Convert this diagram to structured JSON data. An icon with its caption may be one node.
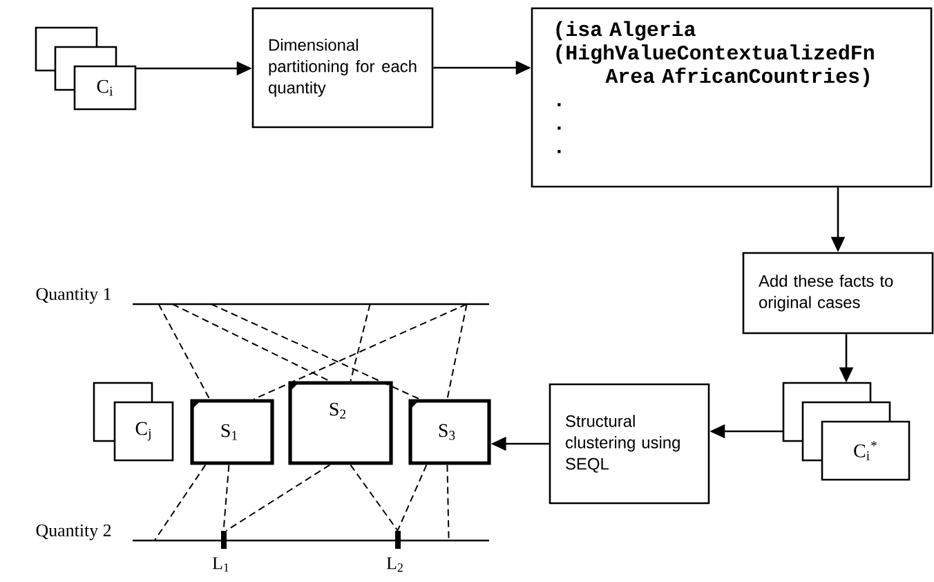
{
  "diagram": {
    "nodes": [
      {
        "text": [
          "C$_{i}$"
        ]
      },
      {
        "text": [
          "Dimensional partitioning for each quantity"
        ]
      },
      {
        "text": [
          "(isa Algeria (HighValueContextualizedFn Area AfricanCountries)",
          ".",
          ".",
          "."
        ]
      },
      {
        "text": [
          "Add these facts to original cases"
        ]
      },
      {
        "text": [
          "C$_{i}$$^{*}$"
        ]
      },
      {
        "text": [
          "Structural clustering using SEQL"
        ]
      },
      {
        "text": [],
        "shape": "line",
        "beside": [
          "Quantity 1"
        ]
      },
      {
        "text": [
          "C$_{j}$"
        ]
      },
      {
        "text": [
          "S$_{1}$"
        ]
      },
      {
        "text": [
          "S$_{2}$"
        ]
      },
      {
        "text": [
          "S$_{3}$"
        ]
      },
      {
        "text": [],
        "shape": "line",
        "beside": [
          "Quantity 2"
        ]
      },
      {
        "text": [],
        "shape": "bar",
        "beside": [
          "L$_{1}$"
        ]
      },
      {
        "text": [],
        "shape": "bar",
        "beside": [
          "L$_{2}$"
        ]
      }
    ],
    "edges": [
      {
        "from": 0,
        "to": 1,
        "arrow": "to"
      },
      {
        "from": 1,
        "to": 2,
        "arrow": "to"
      },
      {
        "from": 2,
        "to": 3,
        "arrow": "to"
      },
      {
        "from": 3,
        "to": 4,
        "arrow": "to"
      },
      {
        "from": 4,
        "to": 5,
        "arrow": "to"
      },
      {
        "from": 5,
        "to": 10,
        "arrow": "to"
      },
      {
        "from": 6,
        "to": 8,
        "arrow": "none",
        "style": "dashed"
      },
      {
        "from": 6,
        "to": 9,
        "arrow": "none",
        "style": "dashed"
      },
      {
        "from": 6,
        "to": 10,
        "arrow": "none",
        "style": "dashed"
      },
      {
        "from": 6,
        "to": 9,
        "arrow": "none",
        "style": "dashed"
      },
      {
        "from": 6,
        "to": 8,
        "arrow": "none",
        "style": "dashed"
      },
      {
        "from": 6,
        "to": 10,
        "arrow": "none",
        "style": "dashed"
      },
      {
        "from": 8,
        "to": 11,
        "arrow": "none",
        "style": "dashed"
      },
      {
        "from": 8,
        "to": 12,
        "arrow": "none",
        "style": "dashed"
      },
      {
        "from": 9,
        "to": 12,
        "arrow": "none",
        "style": "dashed"
      },
      {
        "from": 9,
        "to": 13,
        "arrow": "none",
        "style": "dashed"
      },
      {
        "from": 10,
        "to": 13,
        "arrow": "none",
        "style": "dashed"
      },
      {
        "from": 10,
        "to": 11,
        "arrow": "none",
        "style": "dashed"
      }
    ]
  }
}
